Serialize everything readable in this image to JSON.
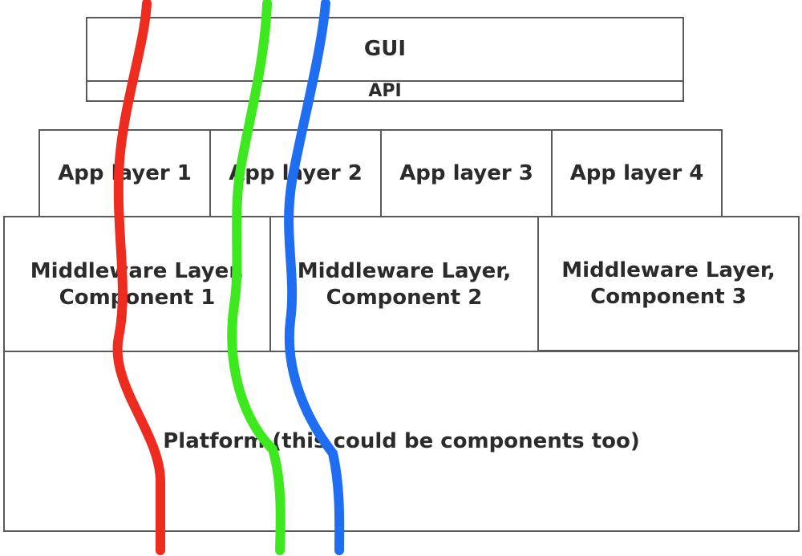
{
  "gui": {
    "label": "GUI"
  },
  "api": {
    "label": "API"
  },
  "app_layers": [
    "App layer 1",
    "App layer 2",
    "App layer 3",
    "App layer 4"
  ],
  "middleware": [
    {
      "line1": "Middleware Layer,",
      "line2": "Component 1"
    },
    {
      "line1": "Middleware Layer,",
      "line2": "Component 2"
    },
    {
      "line1": "Middleware Layer,",
      "line2": "Component 3"
    }
  ],
  "platform": {
    "label": "Platform (this could be components too)"
  },
  "strand_colors": {
    "red": "#ee2b1f",
    "green": "#3ee81e",
    "blue": "#1f6ef2"
  }
}
